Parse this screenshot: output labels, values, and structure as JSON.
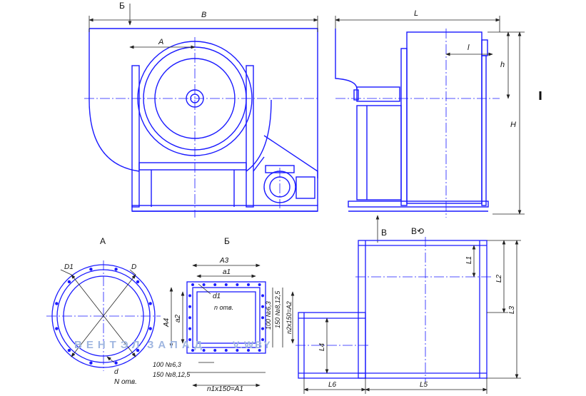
{
  "views": {
    "section_mark": "Б",
    "front_view": {
      "dim_B": "B",
      "dim_A": "A"
    },
    "side_view": {
      "dim_L": "L",
      "dim_l": "l",
      "dim_h": "h",
      "dim_H": "H"
    },
    "arrow_B": "В",
    "view_B_rot": "В⟲"
  },
  "detail_A": {
    "title": "A",
    "d1": "D1",
    "d": "D",
    "d_small": "d",
    "n_holes": "N отв."
  },
  "detail_B": {
    "title": "Б",
    "a3": "A3",
    "a1": "a1",
    "a2": "a2",
    "a4": "A4",
    "d1": "d1",
    "n_holes": "n отв.",
    "n6": "100 №6,3",
    "n8": "150 №8,12,5",
    "bottom_n6": "100 №6,3",
    "bottom_n8": "150 №8,12,5",
    "right_dim": "n2x150=A2",
    "bottom_dim": "n1x150=A1"
  },
  "detail_V": {
    "l1": "L1",
    "l2": "L2",
    "l3": "L3",
    "l4": "L4",
    "l5": "L5",
    "l6": "L6"
  },
  "watermark": {
    "left": "ВЕНТЭЛ",
    "mid": "ЗАПАД",
    "right": "V.WBY"
  },
  "colors": {
    "line": "#1a1aff",
    "dim": "#222222",
    "watermark": "#9fb6e0"
  }
}
